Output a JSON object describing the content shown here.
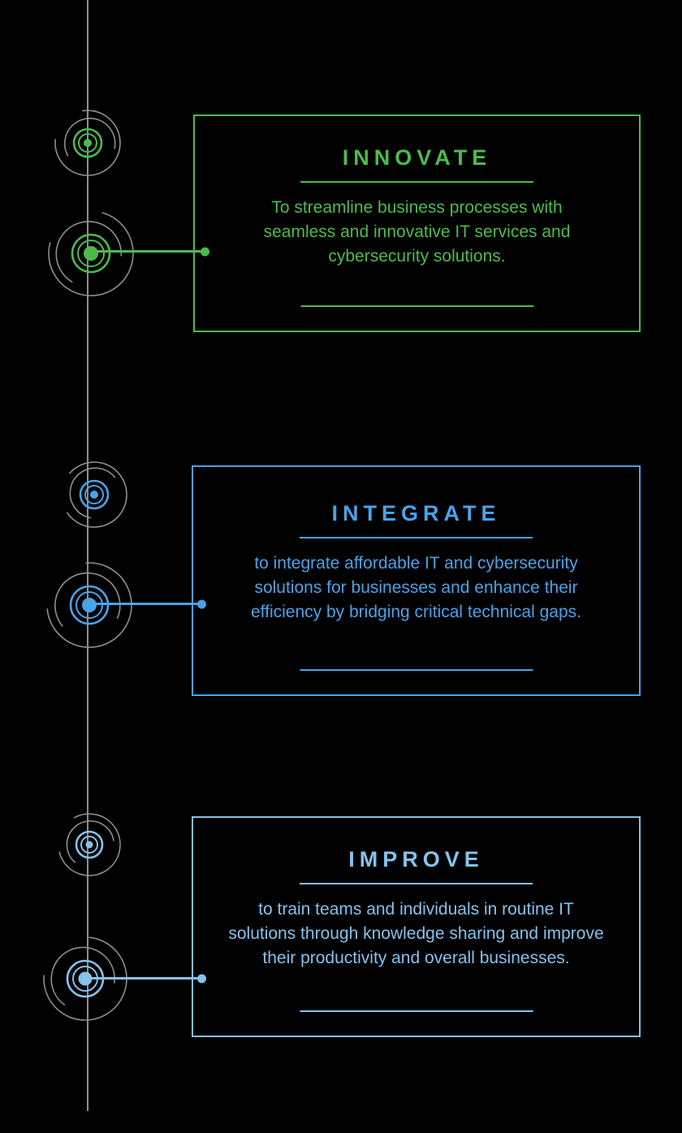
{
  "colors": {
    "innovate": "#4cbb4c",
    "integrate": "#4aa3e8",
    "improve": "#85c2ec",
    "timeline": "#8f8f8f",
    "background": "#000000"
  },
  "sections": [
    {
      "title": "INNOVATE",
      "lines": [
        "To streamline business processes with",
        "seamless and innovative IT services and",
        "cybersecurity solutions."
      ],
      "accent_color": "#4cbb4c",
      "icons": {
        "small": "concentric-circles-small-icon",
        "large": "concentric-circles-large-icon",
        "connector": "connector-line-with-dot"
      }
    },
    {
      "title": "INTEGRATE",
      "lines": [
        "to integrate affordable IT and cybersecurity",
        "solutions for businesses and enhance their",
        "efficiency by bridging critical technical gaps."
      ],
      "accent_color": "#4aa3e8",
      "icons": {
        "small": "concentric-circles-small-icon",
        "large": "concentric-circles-large-icon",
        "connector": "connector-line-with-dot"
      }
    },
    {
      "title": "IMPROVE",
      "lines": [
        "to train teams and individuals in routine IT",
        "solutions through knowledge sharing and improve",
        "their productivity and overall businesses."
      ],
      "accent_color": "#85c2ec",
      "icons": {
        "small": "concentric-circles-small-icon",
        "large": "concentric-circles-large-icon",
        "connector": "connector-line-with-dot"
      }
    }
  ]
}
